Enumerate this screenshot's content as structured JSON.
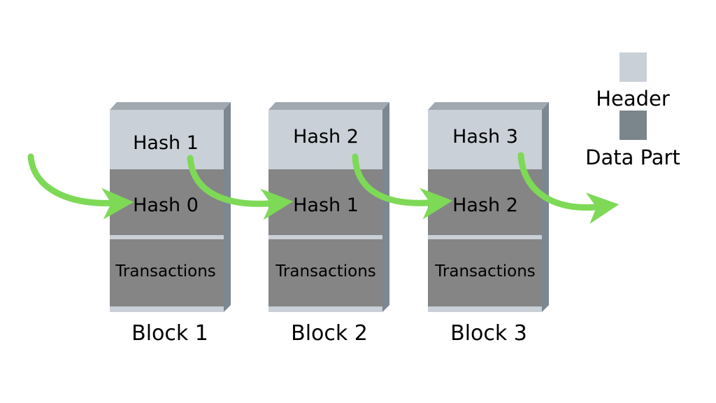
{
  "colors": {
    "header": "#c9d0d7",
    "data_part": "#7b858c",
    "block_body": "#858585",
    "block_side": "#7c8791",
    "block_top": "#a0a8b0",
    "separator": "#c9d0d7",
    "arrow": "#7ed957"
  },
  "blocks": [
    {
      "header_hash": "Hash 1",
      "prev_hash": "Hash 0",
      "transactions": "Transactions",
      "label": "Block 1"
    },
    {
      "header_hash": "Hash 2",
      "prev_hash": "Hash 1",
      "transactions": "Transactions",
      "label": "Block 2"
    },
    {
      "header_hash": "Hash 3",
      "prev_hash": "Hash 2",
      "transactions": "Transactions",
      "label": "Block 3"
    }
  ],
  "legend": {
    "header_label": "Header",
    "data_label": "Data Part"
  }
}
